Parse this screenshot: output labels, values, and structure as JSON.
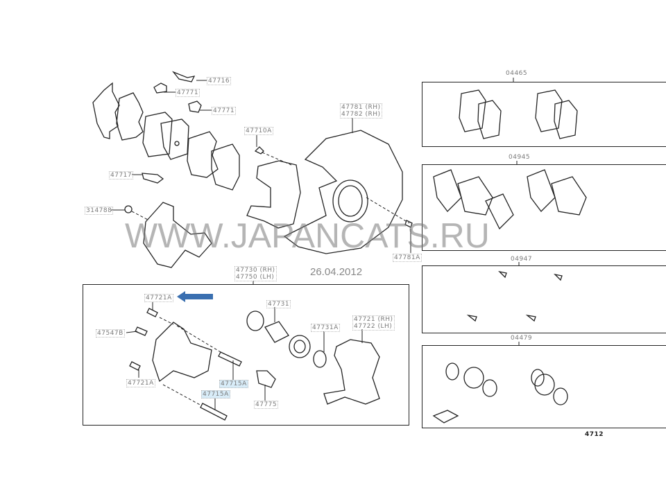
{
  "labels": {
    "l47716": "47716",
    "l47771a": "47771",
    "l47771b": "47771",
    "l47717": "47717",
    "l314788": "314788",
    "l47710A": "47710A",
    "l47781": "47781 (RH)\n47782 (RH)",
    "l47781A": "47781A",
    "l47730": "47730 (RH)\n47750 (LH)",
    "l47721Atop": "47721A",
    "l47547B": "47547B",
    "l47721Abot": "47721A",
    "l47715A1": "47715A",
    "l47715A2": "47715A",
    "l47731": "47731",
    "l47731A": "47731A",
    "l47775": "47775",
    "l47721": "47721 (RH)\n47722 (LH)"
  },
  "kits": {
    "k04465": "04465",
    "k04945": "04945",
    "k04947": "04947",
    "k04479": "04479",
    "k4712": "4712"
  },
  "watermark": "WWW.JAPANCATS.RU",
  "date": "26.04.2012",
  "colors": {
    "arrow": "#3a6fb0",
    "highlight": "#d8ecf8"
  }
}
